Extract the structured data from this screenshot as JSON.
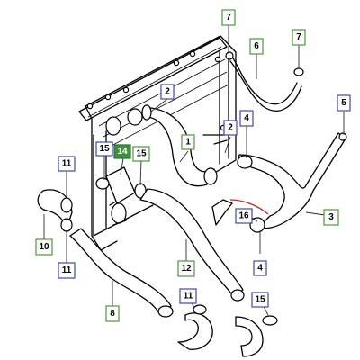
{
  "callouts": [
    {
      "id": "c1",
      "label": "1",
      "type": "green"
    },
    {
      "id": "c2a",
      "label": "2",
      "type": "blue"
    },
    {
      "id": "c2b",
      "label": "2",
      "type": "blue"
    },
    {
      "id": "c3",
      "label": "3",
      "type": "green"
    },
    {
      "id": "c4a",
      "label": "4",
      "type": "blue"
    },
    {
      "id": "c4b",
      "label": "4",
      "type": "blue"
    },
    {
      "id": "c5",
      "label": "5",
      "type": "blue"
    },
    {
      "id": "c6",
      "label": "6",
      "type": "green"
    },
    {
      "id": "c7a",
      "label": "7",
      "type": "green"
    },
    {
      "id": "c7b",
      "label": "7",
      "type": "green"
    },
    {
      "id": "c8",
      "label": "8",
      "type": "green"
    },
    {
      "id": "c10",
      "label": "10",
      "type": "green"
    },
    {
      "id": "c11a",
      "label": "11",
      "type": "blue"
    },
    {
      "id": "c11b",
      "label": "11",
      "type": "blue"
    },
    {
      "id": "c11c",
      "label": "11",
      "type": "blue"
    },
    {
      "id": "c12",
      "label": "12",
      "type": "green"
    },
    {
      "id": "c14",
      "label": "14",
      "type": "highlight"
    },
    {
      "id": "c15a",
      "label": "15",
      "type": "blue"
    },
    {
      "id": "c15b",
      "label": "15",
      "type": "blue"
    },
    {
      "id": "c15c",
      "label": "15",
      "type": "blue"
    },
    {
      "id": "c16",
      "label": "16",
      "type": "blue"
    }
  ],
  "colors": {
    "green_border": "#4a9a3a",
    "blue_border": "#3e4aa8",
    "highlight_fill": "#3f8f3f",
    "highlight_text": "#ffffff",
    "callout_text": "#000000",
    "line": "#000000",
    "highlight_pipe": "#d0202a"
  }
}
